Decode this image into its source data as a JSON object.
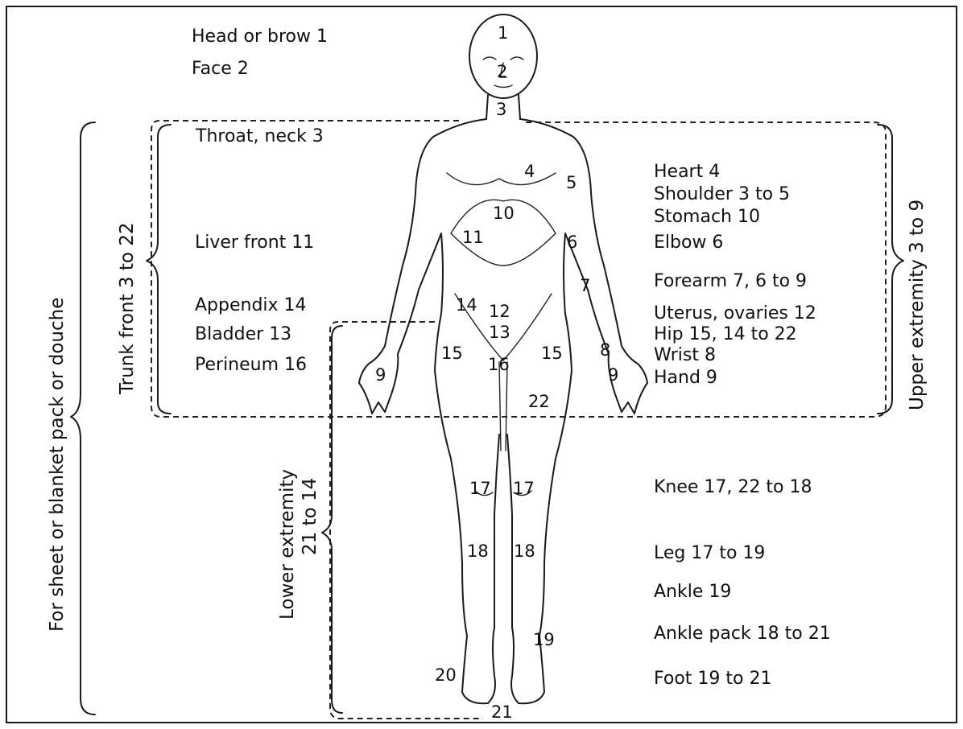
{
  "region_labels": {
    "head": "Head or brow 1",
    "face": "Face 2",
    "throat": "Throat, neck 3",
    "liver": "Liver front 11",
    "appendix": "Appendix 14",
    "bladder": "Bladder 13",
    "perineum": "Perineum 16",
    "heart": "Heart 4",
    "shoulder": "Shoulder 3 to 5",
    "stomach": "Stomach 10",
    "elbow": "Elbow 6",
    "forearm": "Forearm 7, 6 to 9",
    "uterus": "Uterus, ovaries 12",
    "hip": "Hip 15, 14 to 22",
    "wrist": "Wrist 8",
    "hand": "Hand 9",
    "knee": "Knee 17, 22 to 18",
    "leg": "Leg 17 to 19",
    "ankle": "Ankle 19",
    "ankle_pack": "Ankle pack 18 to 21",
    "foot": "Foot 19 to 21"
  },
  "brace_labels": {
    "sheet": "For sheet or blanket pack or douche",
    "trunk": "Trunk front 3 to 22",
    "upper": "Upper extremity 3 to 9",
    "lower_line1": "Lower extremity",
    "lower_line2": "21 to 14"
  },
  "body_numbers": {
    "n1": "1",
    "n2": "2",
    "n3": "3",
    "n4": "4",
    "n5": "5",
    "n6": "6",
    "n7": "7",
    "n8l": "8",
    "n9l": "9",
    "n9r": "9",
    "n10": "10",
    "n11": "11",
    "n14": "14",
    "n12": "12",
    "n13": "13",
    "n15l": "15",
    "n15r": "15",
    "n16": "16",
    "n22": "22",
    "n17l": "17",
    "n17r": "17",
    "n18l": "18",
    "n18r": "18",
    "n19": "19",
    "n20": "20",
    "n21": "21"
  }
}
